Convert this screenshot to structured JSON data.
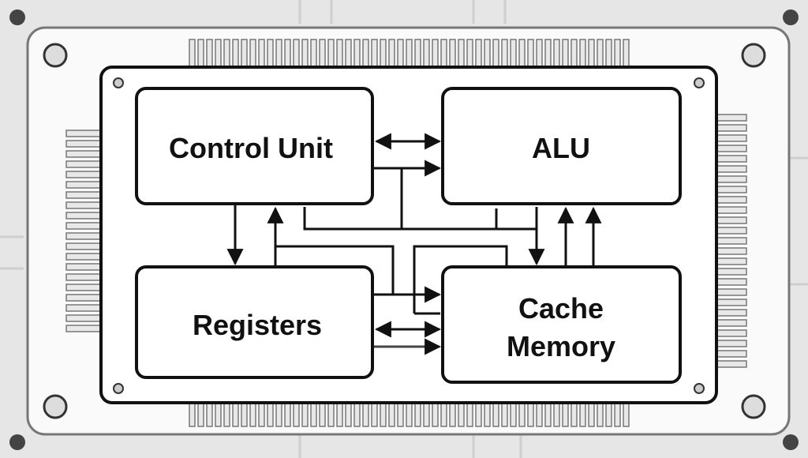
{
  "diagram": {
    "blocks": [
      {
        "id": "control-unit",
        "lines": [
          "Control Unit"
        ]
      },
      {
        "id": "alu",
        "lines": [
          "ALU"
        ]
      },
      {
        "id": "registers",
        "lines": [
          "Registers"
        ]
      },
      {
        "id": "cache-memory",
        "lines": [
          "Cache",
          "Memory"
        ]
      }
    ],
    "connections": [
      {
        "from": "control-unit",
        "to": "alu",
        "bidirectional": true
      },
      {
        "from": "control-unit",
        "to": "alu",
        "bidirectional": false
      },
      {
        "from": "control-unit",
        "to": "registers",
        "bidirectional": false
      },
      {
        "from": "registers",
        "to": "control-unit",
        "bidirectional": false
      },
      {
        "from": "alu",
        "to": "cache-memory",
        "bidirectional": false
      },
      {
        "from": "cache-memory",
        "to": "alu",
        "bidirectional": false
      },
      {
        "from": "registers",
        "to": "cache-memory",
        "bidirectional": true
      },
      {
        "from": "registers",
        "to": "cache-memory",
        "bidirectional": false
      }
    ],
    "colors": {
      "background": "#e6e6e6",
      "board": "#fafafa",
      "stroke": "#111111"
    }
  }
}
